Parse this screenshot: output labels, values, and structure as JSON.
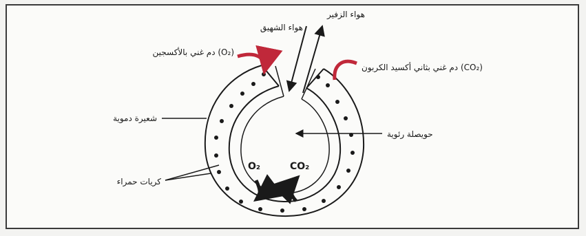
{
  "labels": {
    "exhale_air": "هواء الزفير",
    "inhale_air": "هواء الشهيق",
    "o2_loaded": "دم غني بالأكسجين (O₂)",
    "co2_loaded": "دم غني بثاني أكسيد الكربون (CO₂)",
    "capillary": "شعيرة دموية",
    "alveolus": "حويصلة رئوية",
    "red_cells": "كريات حمراء",
    "o2": "O₂",
    "co2": "CO₂"
  },
  "colors": {
    "arrow_red": "#c0283a",
    "ink": "#1a1a1a",
    "frame": "#3a3a3a"
  }
}
